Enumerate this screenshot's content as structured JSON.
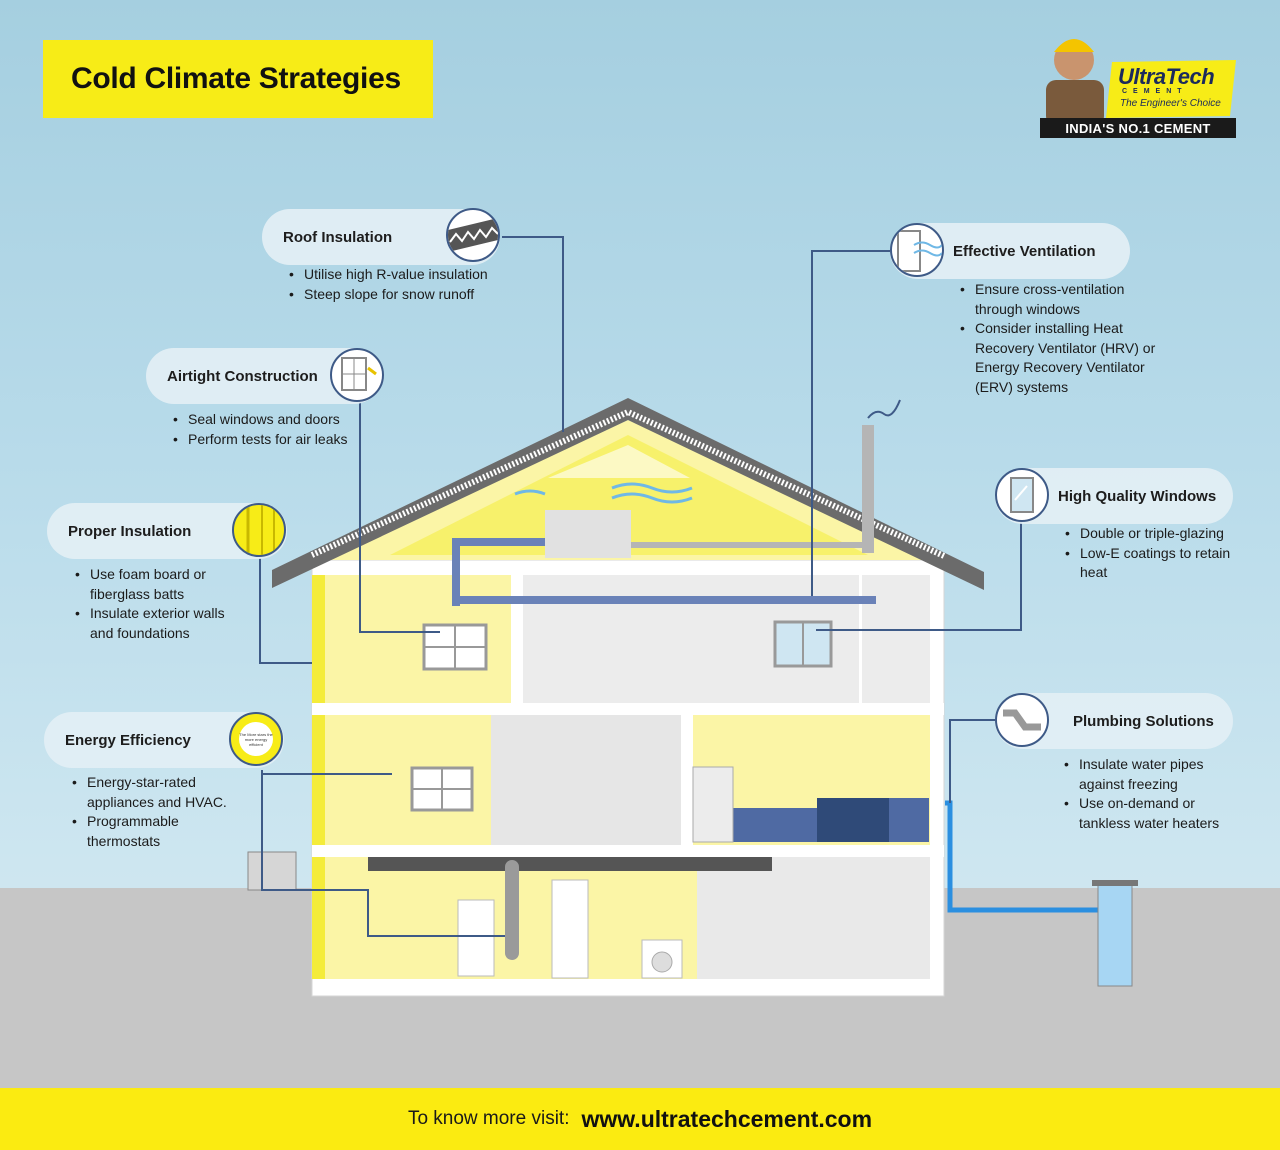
{
  "title": "Cold Climate Strategies",
  "logo": {
    "brand": "UltraTech",
    "brand_sub": "CEMENT",
    "tagline": "The Engineer's Choice",
    "slogan": "INDIA'S NO.1 CEMENT"
  },
  "callouts": {
    "roof": {
      "label": "Roof Insulation",
      "bullets": [
        "Utilise high R-value insulation",
        "Steep slope for snow runoff"
      ]
    },
    "airtight": {
      "label": "Airtight Construction",
      "bullets": [
        "Seal windows and doors",
        "Perform tests for air leaks"
      ]
    },
    "proper": {
      "label": "Proper Insulation",
      "bullets": [
        "Use foam board or fiberglass batts",
        "Insulate exterior walls and foundations"
      ]
    },
    "energy": {
      "label": "Energy Efficiency",
      "icon_text": "The More stars the more energy efficient",
      "bullets": [
        "Energy-star-rated appliances and HVAC.",
        "Programmable thermostats"
      ]
    },
    "ventilation": {
      "label": "Effective Ventilation",
      "bullets": [
        "Ensure cross-ventilation through windows",
        "Consider installing Heat Recovery Ventilator (HRV) or Energy Recovery Ventilator (ERV) systems"
      ]
    },
    "windows": {
      "label": "High Quality Windows",
      "bullets": [
        "Double or triple-glazing",
        "Low-E coatings to retain heat"
      ]
    },
    "plumbing": {
      "label": "Plumbing Solutions",
      "bullets": [
        "Insulate water pipes against freezing",
        "Use on-demand or tankless water heaters"
      ]
    }
  },
  "footer": {
    "label": "To know more visit:",
    "url": "www.ultratechcement.com"
  },
  "colors": {
    "accent_yellow": "#f7ec17",
    "insulation_yellow": "#fbf5a6",
    "line_blue": "#3e5a87",
    "duct_blue": "#6a82b8",
    "water_blue": "#2b8fe0",
    "roof_gray": "#6b6b6b"
  }
}
